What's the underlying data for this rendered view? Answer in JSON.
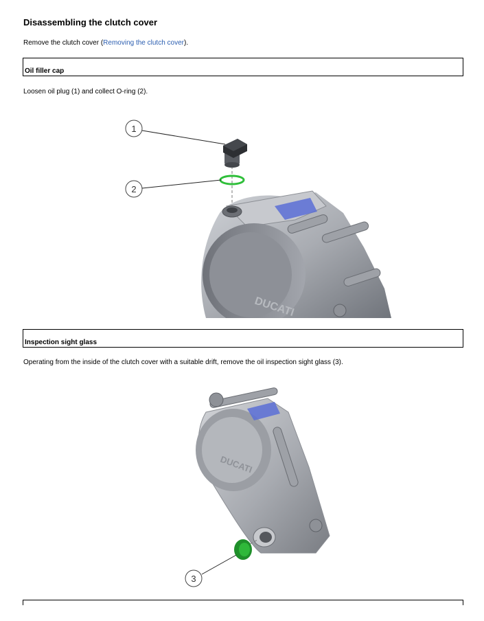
{
  "document": {
    "title": "Disassembling the clutch cover",
    "intro": {
      "before": "Remove the clutch cover (",
      "link": "Removing the clutch cover",
      "after": ")."
    },
    "sections": [
      {
        "heading": "Oil filler cap",
        "text": "Loosen oil plug (1) and collect O-ring (2).",
        "callouts": [
          "1",
          "2"
        ]
      },
      {
        "heading": "Inspection sight glass",
        "text": "Operating from the inside of the clutch cover with a suitable drift, remove the oil inspection sight glass (3).",
        "callouts": [
          "3"
        ]
      }
    ],
    "brand_mark": "DUCATI",
    "colors": {
      "link": "#2a5db0",
      "oring": "#2fbf3a",
      "sight_glass": "#1f8f2a",
      "metal": "#a9acb2"
    }
  }
}
